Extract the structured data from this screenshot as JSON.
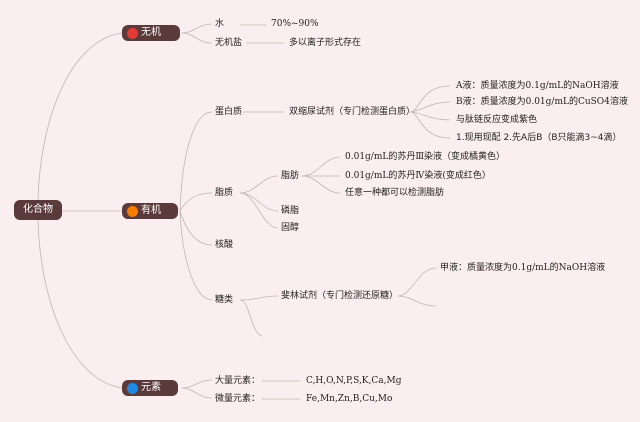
{
  "root": "化合物",
  "inorganic": {
    "label": "无机",
    "dot_color": "#e53935",
    "water": {
      "label": "水",
      "value": "70%~90%"
    },
    "salt": {
      "label": "无机盐",
      "value": "多以离子形式存在"
    }
  },
  "organic": {
    "label": "有机",
    "dot_color": "#f57c00",
    "protein": {
      "label": "蛋白质",
      "reagent": "双缩尿试剂（专门检测蛋白质）",
      "details": [
        "A液：质量浓度为0.1g/mL的NaOH溶液",
        "B液：质量浓度为0.01g/mL的CuSO4溶液",
        "与肽链反应变成紫色",
        "1.现用现配 2.先A后B（B只能滴3~4滴）"
      ]
    },
    "lipid": {
      "label": "脂质",
      "fat": {
        "label": "脂肪",
        "details": [
          "0.01g/mL的苏丹Ⅲ染液（变成橘黄色）",
          "0.01g/mL的苏丹Ⅳ染液(变成红色）",
          "任意一种都可以检测脂肪"
        ]
      },
      "phospholipid": "磷脂",
      "sterol": "固醇"
    },
    "nucleic_acid": "核酸",
    "sugar": {
      "label": "糖类",
      "reagent": "斐林试剂（专门检测还原糖）",
      "details": [
        "甲液：质量浓度为0.1g/mL的NaOH溶液"
      ]
    }
  },
  "elements": {
    "label": "元素",
    "dot_color": "#1e88e5",
    "macro": {
      "label": "大量元素：",
      "value": "C,H,O,N,P,S,K,Ca,Mg"
    },
    "micro": {
      "label": "微量元素：",
      "value": "Fe,Mn,Zn,B,Cu,Mo"
    }
  }
}
